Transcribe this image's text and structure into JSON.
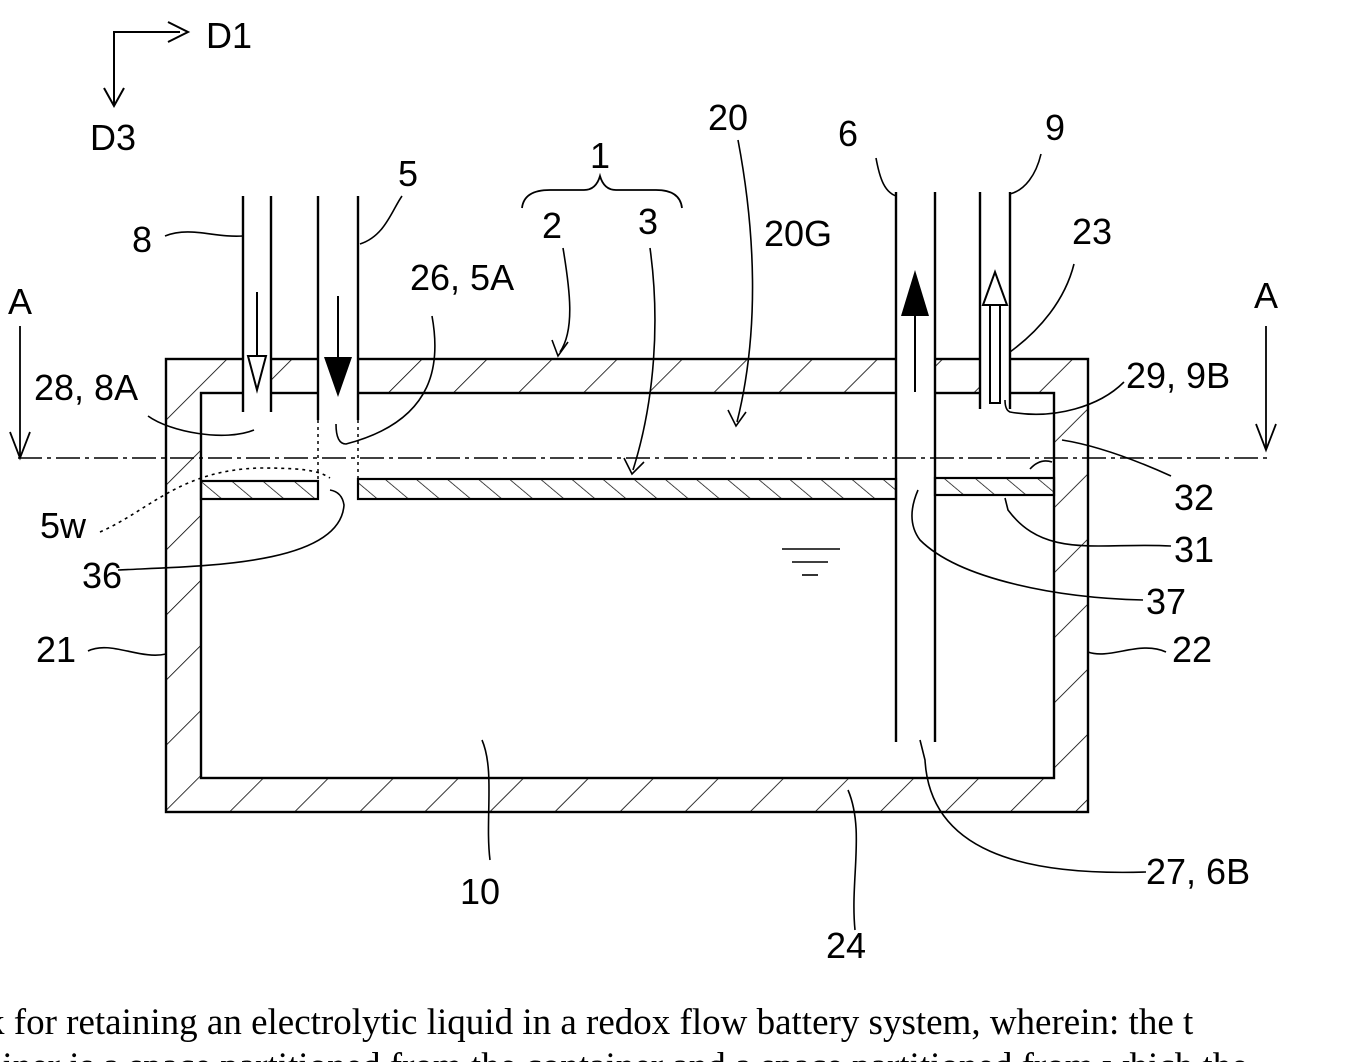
{
  "figure": {
    "direction_labels": {
      "horizontal": "D1",
      "vertical": "D3"
    },
    "section_labels": {
      "left": "A",
      "right": "A"
    },
    "reference_numerals": {
      "n1": "1",
      "n2": "2",
      "n3": "3",
      "n5": "5",
      "n6": "6",
      "n8": "8",
      "n9": "9",
      "n10": "10",
      "n20": "20",
      "n20g": "20G",
      "n21": "21",
      "n22": "22",
      "n23": "23",
      "n24": "24",
      "n26_5a": "26, 5A",
      "n27_6b": "27, 6B",
      "n28_8a": "28, 8A",
      "n29_9b": "29, 9B",
      "n31": "31",
      "n32": "32",
      "n36": "36",
      "n37": "37",
      "n5w": "5w"
    }
  },
  "caption": {
    "line1": "k for retaining an electrolytic liquid in a redox flow battery system, wherein: the t",
    "line2": "ainer is a space partitioned from the container and a space partitioned from which the"
  }
}
